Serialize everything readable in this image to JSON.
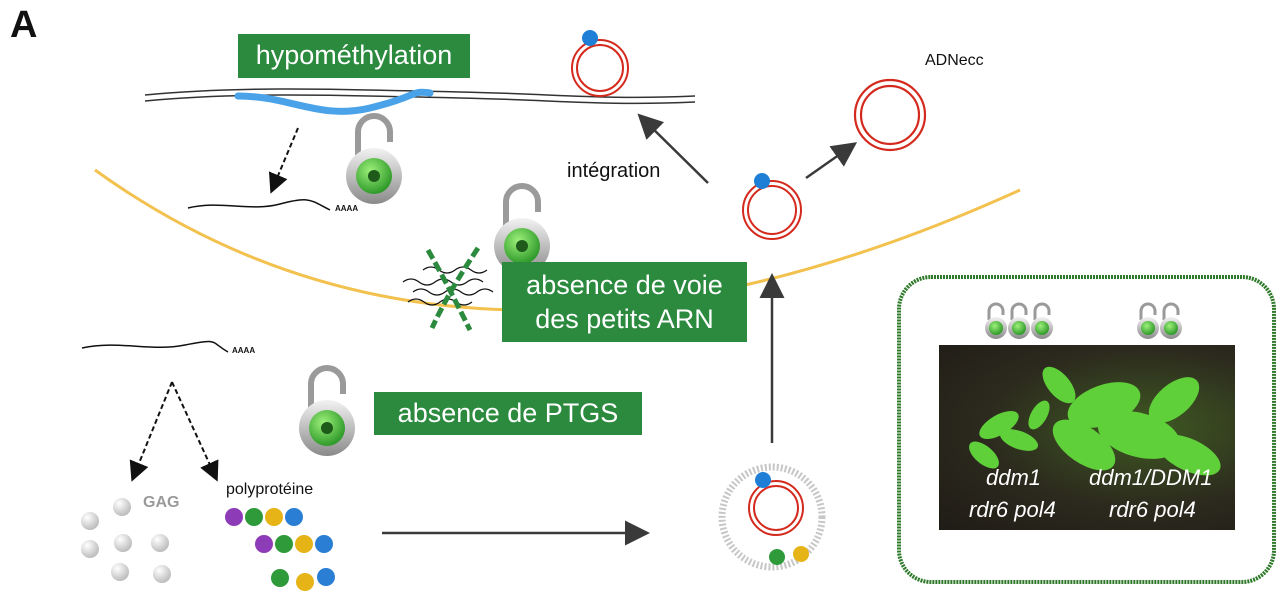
{
  "panel_letter": "A",
  "labels": {
    "hypomethylation": "hypométhylation",
    "adnecc": "ADNecc",
    "integration": "intégration",
    "small_rna_line1": "absence de voie",
    "small_rna_line2": "des petits ARN",
    "ptgs": "absence de PTGS",
    "gag": "GAG",
    "polyprotein": "polyprotéine",
    "polya": "AAAA"
  },
  "photo": {
    "left_line1": "ddm1",
    "left_line2": "rdr6 pol4",
    "right_line1": "ddm1/DDM1",
    "right_line2": "rdr6 pol4",
    "left_locks": 3,
    "right_locks": 2
  },
  "colors": {
    "label_bg": "#2b8a3e",
    "dna_highlight": "#4aa3e8",
    "circle_red": "#d42a1e",
    "dot_blue": "#1f7fd6",
    "nucleus_line": "#f2c14e",
    "frame_green": "#2f7a2a",
    "protein_purple": "#8e3bb8",
    "protein_green": "#2e9a3a",
    "protein_yellow": "#e6b417",
    "protein_blue": "#2a7fd4",
    "gag_gray": "#d0d0d0"
  }
}
